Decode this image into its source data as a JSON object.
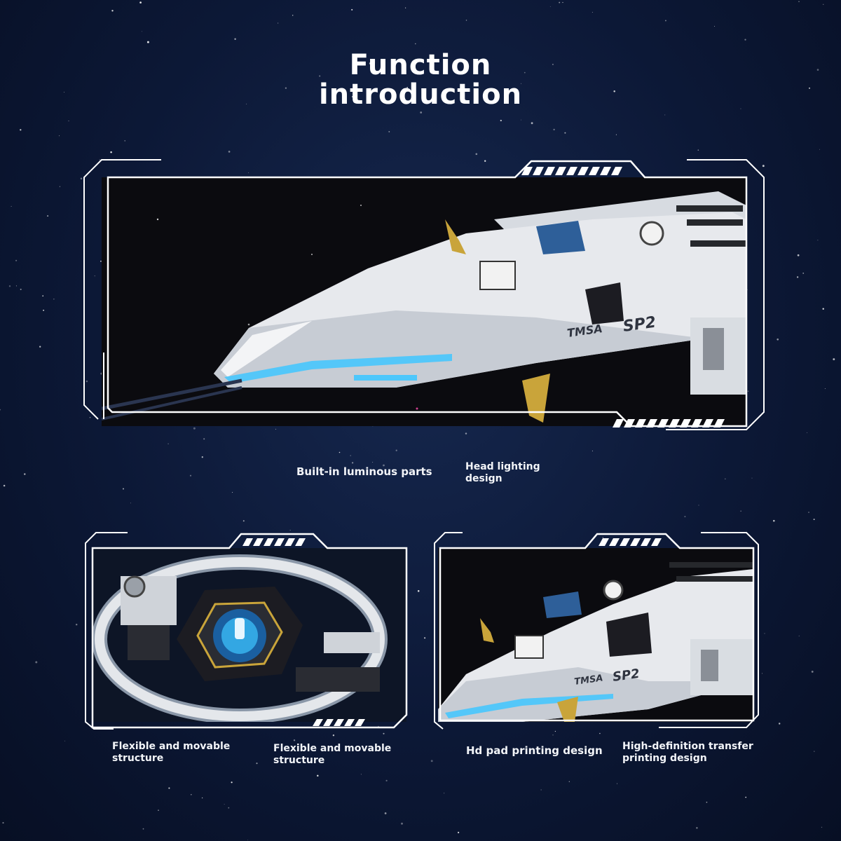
{
  "title": {
    "line1": "Function",
    "line2": "introduction"
  },
  "captions": {
    "builtin": "Built-in luminous parts",
    "head1": "Head lighting",
    "head2": "design",
    "flex_a1": "Flexible and movable",
    "flex_a2": "structure",
    "flex_b1": "Flexible and movable",
    "flex_b2": "structure",
    "hdpad": "Hd pad printing design",
    "hdtrans1": "High-definition transfer",
    "hdtrans2": "printing design"
  },
  "markings": {
    "hull_logo": "TMSA",
    "hull_code": "SP2"
  },
  "colors": {
    "background": "#0c1836",
    "frame": "#ffffff",
    "hull": "#e6e8ec",
    "glow": "#3fc6ff",
    "gold": "#c9a43a",
    "dark_part": "#1c1c22"
  }
}
